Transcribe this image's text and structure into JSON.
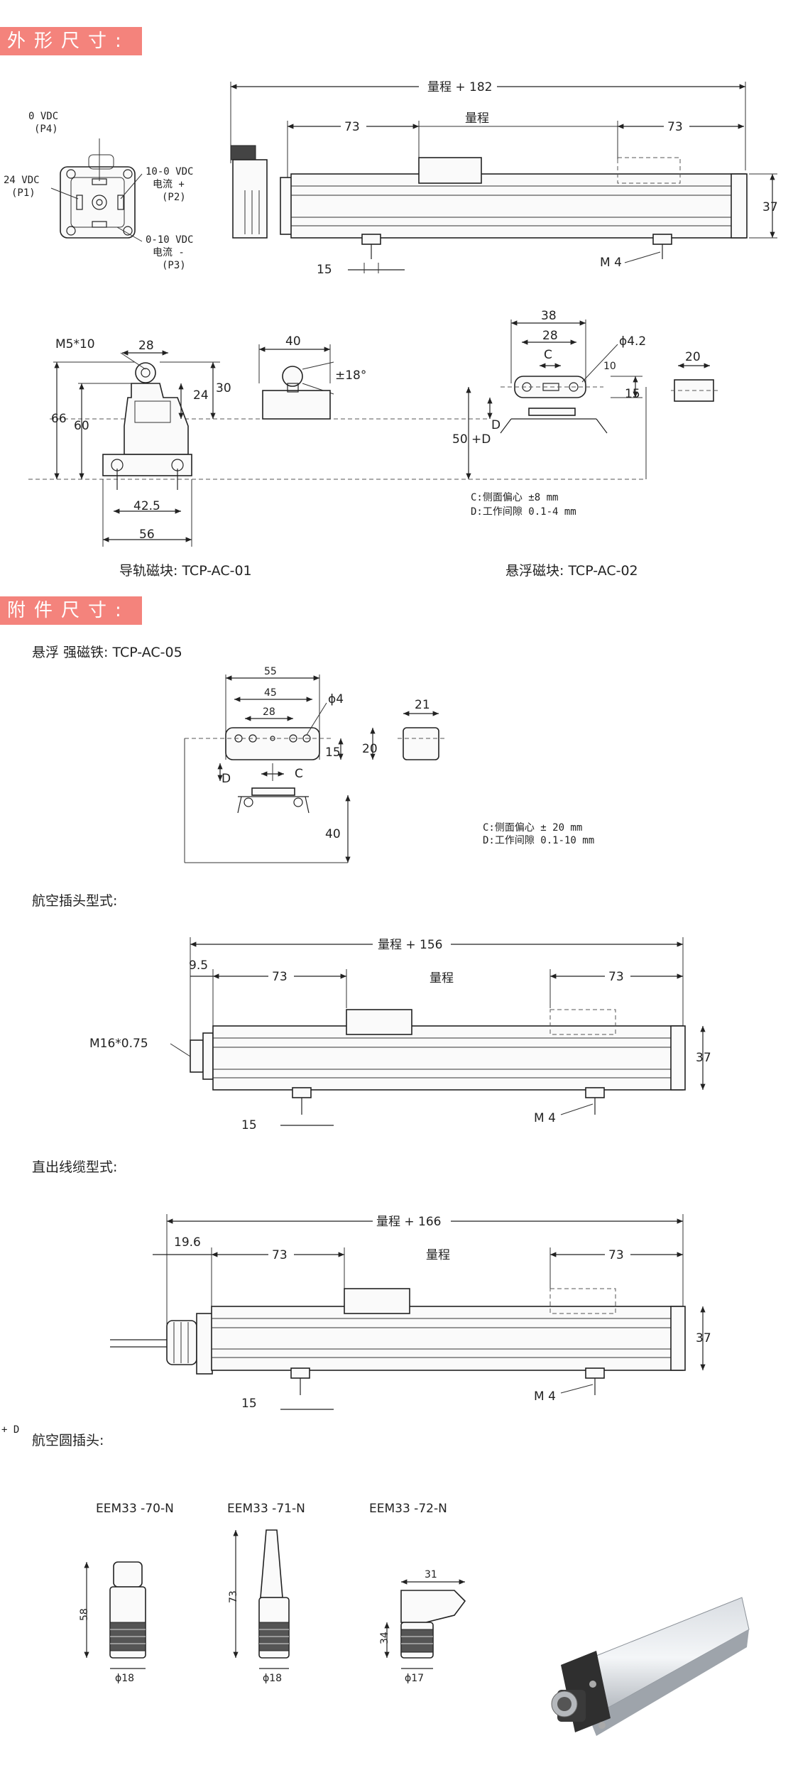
{
  "sections": {
    "outline": {
      "title": "外形尺寸:"
    },
    "accessory": {
      "title": "附件尺寸:"
    }
  },
  "connector_pinout": {
    "p4": "0 VDC",
    "p4_id": "(P4)",
    "p1": "24 VDC",
    "p1_id": "(P1)",
    "p2": "10-0 VDC",
    "p2_sub": "电流 +",
    "p2_id": "(P2)",
    "p3": "0-10 VDC",
    "p3_sub": "电流 -",
    "p3_id": "(P3)"
  },
  "main_drawing": {
    "total": "量程 + 182",
    "stroke": "量程",
    "left_73": "73",
    "right_73": "73",
    "height": "37",
    "foot": "15",
    "thread": "M 4"
  },
  "rail_block": {
    "m5": "M5*10",
    "w28": "28",
    "h66": "66",
    "h60": "60",
    "h24": "24",
    "h30": "30",
    "w42": "42.5",
    "w56": "56",
    "w40": "40",
    "angle": "±18°",
    "caption": "导轨磁块: TCP-AC-01"
  },
  "float_block": {
    "w38": "38",
    "w28": "28",
    "c": "C",
    "phi": "ϕ4.2",
    "w10": "10",
    "h15": "15",
    "d": "D",
    "d50": "50 +D",
    "w20": "20",
    "note1": "C:侧面偏心  ±8 mm",
    "note2": "D:工作间隙 0.1-4 mm",
    "caption": "悬浮磁块: TCP-AC-02"
  },
  "strong_magnet": {
    "title": "悬浮 强磁铁: TCP-AC-05",
    "w55": "55",
    "w45": "45",
    "w28": "28",
    "phi": "ϕ4",
    "h15": "15",
    "h20": "20",
    "w21": "21",
    "d": "D",
    "c": "C",
    "h40": "40",
    "note1": "C:侧面偏心  ± 20 mm",
    "note2": "D:工作间隙 0.1-10 mm"
  },
  "aviation_plug": {
    "title": "航空插头型式:",
    "total": "量程 + 156",
    "offset": "9.5",
    "stroke": "量程",
    "left_73": "73",
    "right_73": "73",
    "thread": "M16*0.75",
    "height": "37",
    "foot": "15",
    "m4": "M 4"
  },
  "direct_cable": {
    "title": "直出线缆型式:",
    "total": "量程 + 166",
    "offset": "19.6",
    "stroke": "量程",
    "left_73": "73",
    "right_73": "73",
    "height": "37",
    "foot": "15",
    "m4": "M 4"
  },
  "round_plugs": {
    "title": "航空圆插头:",
    "side_mark": "+ D",
    "models": [
      {
        "name": "EEM33 -70-N",
        "h": "58",
        "d": "ϕ18"
      },
      {
        "name": "EEM33 -71-N",
        "h": "73",
        "d": "ϕ18"
      },
      {
        "name": "EEM33 -72-N",
        "w": "31",
        "h": "34",
        "d": "ϕ17"
      }
    ]
  }
}
